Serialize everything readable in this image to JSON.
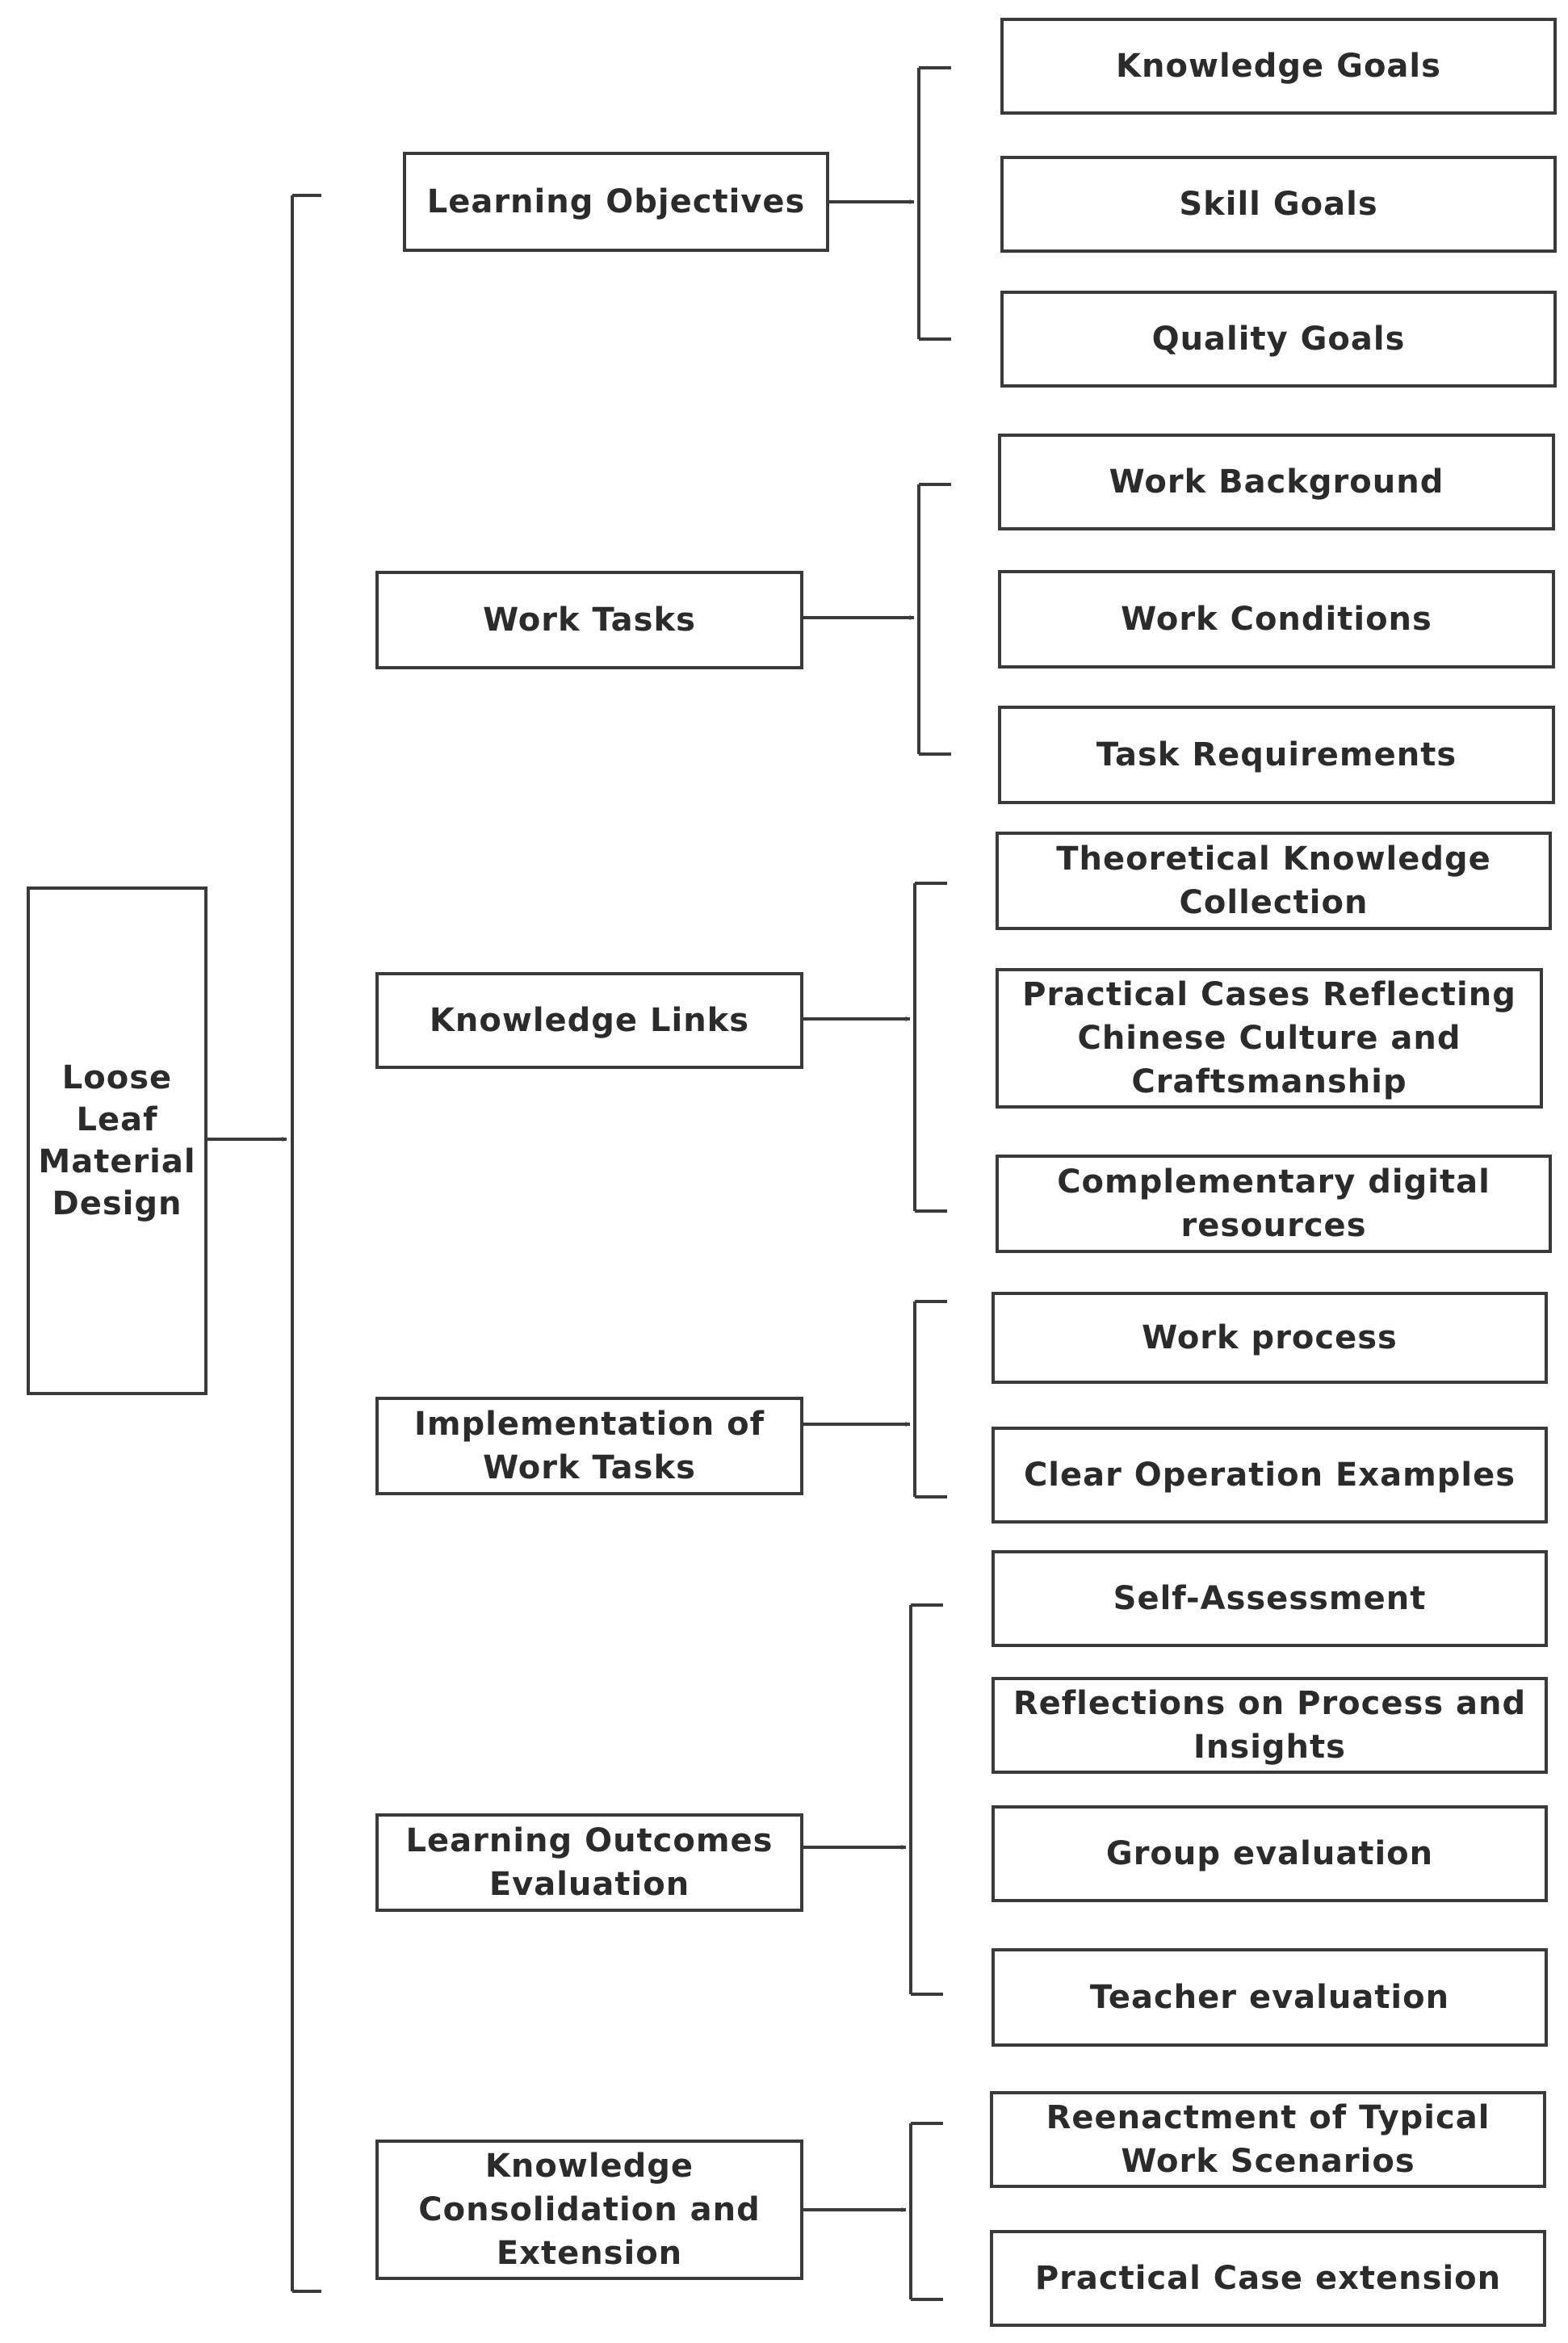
{
  "root": {
    "label": "Loose Leaf Material Design"
  },
  "categories": [
    {
      "label": "Learning Objectives",
      "items": [
        "Knowledge Goals",
        "Skill Goals",
        "Quality Goals"
      ]
    },
    {
      "label": "Work Tasks",
      "items": [
        "Work Background",
        "Work Conditions",
        "Task Requirements"
      ]
    },
    {
      "label": "Knowledge Links",
      "items": [
        "Theoretical Knowledge Collection",
        "Practical Cases Reflecting Chinese Culture and Craftsmanship",
        "Complementary digital resources"
      ]
    },
    {
      "label": "Implementation of Work Tasks",
      "items": [
        "Work process",
        "Clear Operation Examples"
      ]
    },
    {
      "label": "Learning Outcomes Evaluation",
      "items": [
        "Self-Assessment",
        "Reflections on Process and Insights",
        "Group evaluation",
        "Teacher evaluation"
      ]
    },
    {
      "label": "Knowledge Consolidation and Extension",
      "items": [
        "Reenactment of Typical Work Scenarios",
        "Practical Case extension"
      ]
    }
  ],
  "colors": {
    "line": "#3a3a3a",
    "text": "#2b2b2b",
    "background": "#ffffff"
  }
}
